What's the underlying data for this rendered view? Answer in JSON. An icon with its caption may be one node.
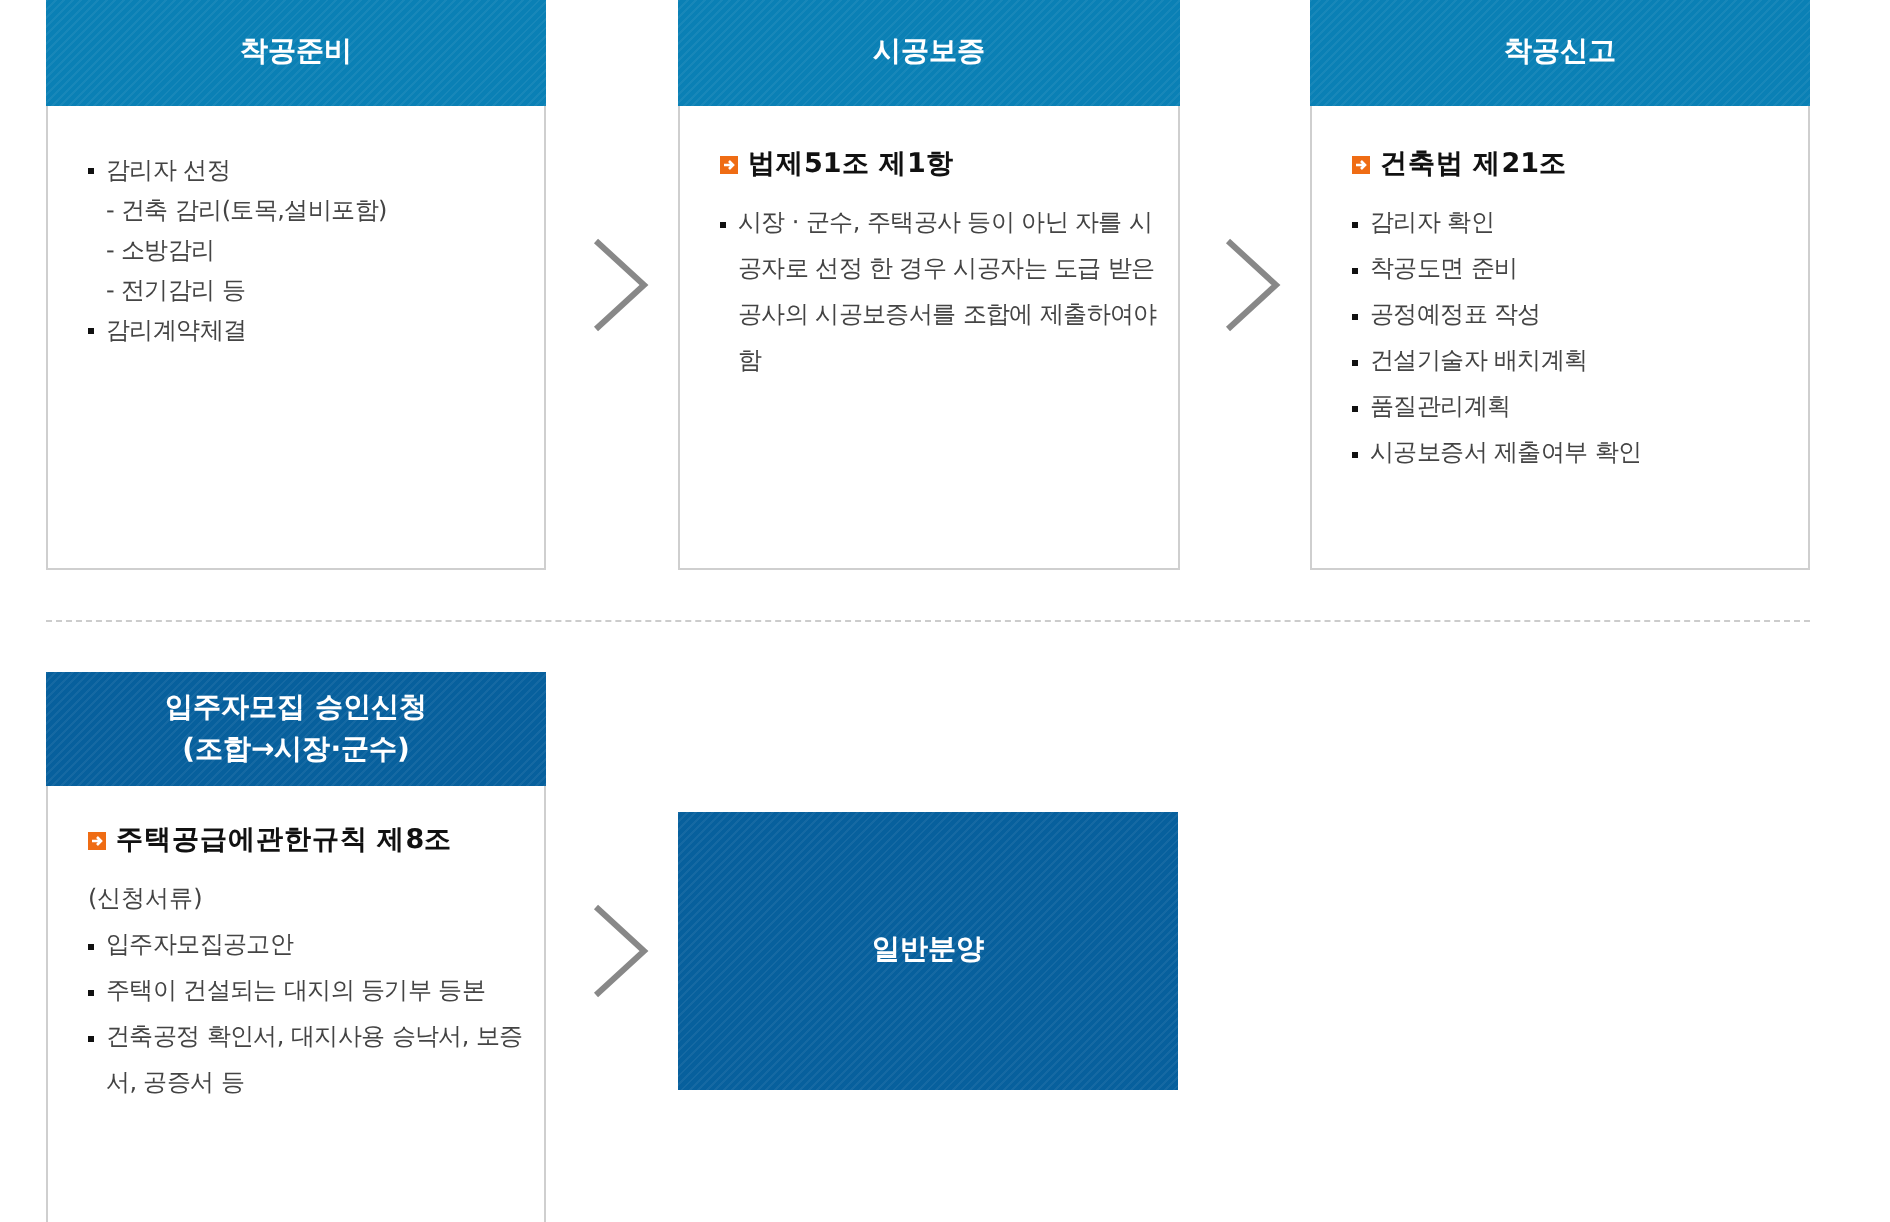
{
  "diagram": {
    "nodes": [
      {
        "text": [
          "착공준비",
          "감리자 선정",
          "- 건축 감리(토목,설비포함)",
          "- 소방감리",
          "- 전기감리 등",
          "감리계약체결"
        ]
      },
      {
        "text": [
          "시공보증",
          "법제51조 제1항",
          "시장 · 군수, 주택공사 등이 아닌 자를 시공자로 선정 한 경우 시공자는 도급 받은 공사의 시공보증서를 조합에 제출하여야 함"
        ]
      },
      {
        "text": [
          "착공신고",
          "건축법 제21조",
          "감리자 확인",
          "착공도면 준비",
          "공정예정표 작성",
          "건설기술자 배치계획",
          "품질관리계획",
          "시공보증서 제출여부 확인"
        ]
      },
      {
        "text": [
          "입주자모집 승인신청 (조합→시장·군수)",
          "주택공급에관한규칙 제8조",
          "(신청서류)",
          "입주자모집공고안",
          "주택이 건설되는 대지의 등기부 등본",
          "건축공정 확인서, 대지사용 승낙서, 보증서, 공증서 등"
        ]
      },
      {
        "text": [
          "일반분양"
        ]
      }
    ],
    "edges": [
      {
        "from": 0,
        "to": 1,
        "arrow": "to"
      },
      {
        "from": 1,
        "to": 2,
        "arrow": "to"
      },
      {
        "from": 3,
        "to": 4,
        "arrow": "to"
      }
    ]
  }
}
